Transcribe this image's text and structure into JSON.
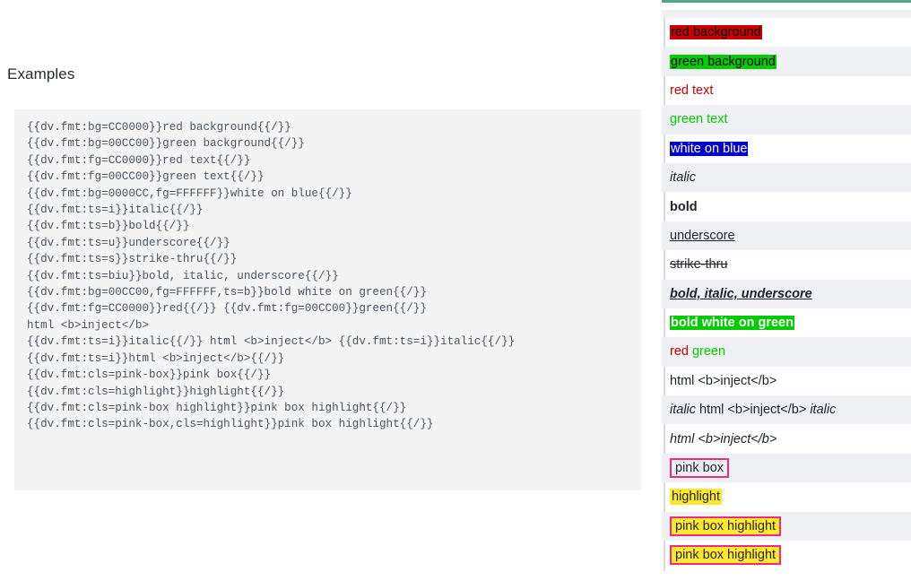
{
  "page": {
    "heading": "Examples"
  },
  "code_block": {
    "lines": [
      "{{dv.fmt:bg=CC0000}}red background{{/}}",
      "{{dv.fmt:bg=00CC00}}green background{{/}}",
      "{{dv.fmt:fg=CC0000}}red text{{/}}",
      "{{dv.fmt:fg=00CC00}}green text{{/}}",
      "{{dv.fmt:bg=0000CC,fg=FFFFFF}}white on blue{{/}}",
      "{{dv.fmt:ts=i}}italic{{/}}",
      "{{dv.fmt:ts=b}}bold{{/}}",
      "{{dv.fmt:ts=u}}underscore{{/}}",
      "{{dv.fmt:ts=s}}strike-thru{{/}}",
      "{{dv.fmt:ts=biu}}bold, italic, underscore{{/}}",
      "{{dv.fmt:bg=00CC00,fg=FFFFFF,ts=b}}bold white on green{{/}}",
      "{{dv.fmt:fg=CC0000}}red{{/}} {{dv.fmt:fg=00CC00}}green{{/}}",
      "html <b>inject</b>",
      "{{dv.fmt:ts=i}}italic{{/}} html <b>inject</b> {{dv.fmt:ts=i}}italic{{/}}",
      "{{dv.fmt:ts=i}}html <b>inject</b>{{/}}",
      "{{dv.fmt:cls=pink-box}}pink box{{/}}",
      "{{dv.fmt:cls=highlight}}highlight{{/}}",
      "{{dv.fmt:cls=pink-box highlight}}pink box highlight{{/}}",
      "{{dv.fmt:cls=pink-box,cls=highlight}}pink box highlight{{/}}"
    ]
  },
  "preview": {
    "accent_top_color": "#4fa88b",
    "stripe_color": "#eef0f3",
    "rows": [
      {
        "id": "red-background",
        "text": "red background"
      },
      {
        "id": "green-background",
        "text": "green background"
      },
      {
        "id": "red-text",
        "text": "red text"
      },
      {
        "id": "green-text",
        "text": "green text"
      },
      {
        "id": "white-on-blue",
        "text": "white on blue"
      },
      {
        "id": "italic",
        "text": "italic"
      },
      {
        "id": "bold",
        "text": "bold"
      },
      {
        "id": "underscore",
        "text": "underscore"
      },
      {
        "id": "strike-thru",
        "text": "strike-thru"
      },
      {
        "id": "bold-italic-underscore",
        "text": "bold, italic, underscore"
      },
      {
        "id": "bold-white-on-green",
        "text": "bold white on green"
      },
      {
        "id": "red-green",
        "text_red": "red",
        "text_green": "green"
      },
      {
        "id": "html-inject",
        "text": "html <b>inject</b>"
      },
      {
        "id": "italic-html-inject-italic",
        "text_a": "italic",
        "text_b": "html <b>inject</b>",
        "text_c": "italic"
      },
      {
        "id": "italic-html-inject",
        "text": "html <b>inject</b>"
      },
      {
        "id": "pink-box",
        "text": "pink box"
      },
      {
        "id": "highlight",
        "text": "highlight"
      },
      {
        "id": "pink-box-highlight-1",
        "text": "pink box highlight"
      },
      {
        "id": "pink-box-highlight-2",
        "text": "pink box highlight"
      }
    ]
  },
  "colors": {
    "red": "#CC0000",
    "green": "#00CC00",
    "blue": "#0000CC",
    "white": "#FFFFFF",
    "pink_box_border": "#EC2D7D",
    "highlight": "#FFE82E"
  }
}
